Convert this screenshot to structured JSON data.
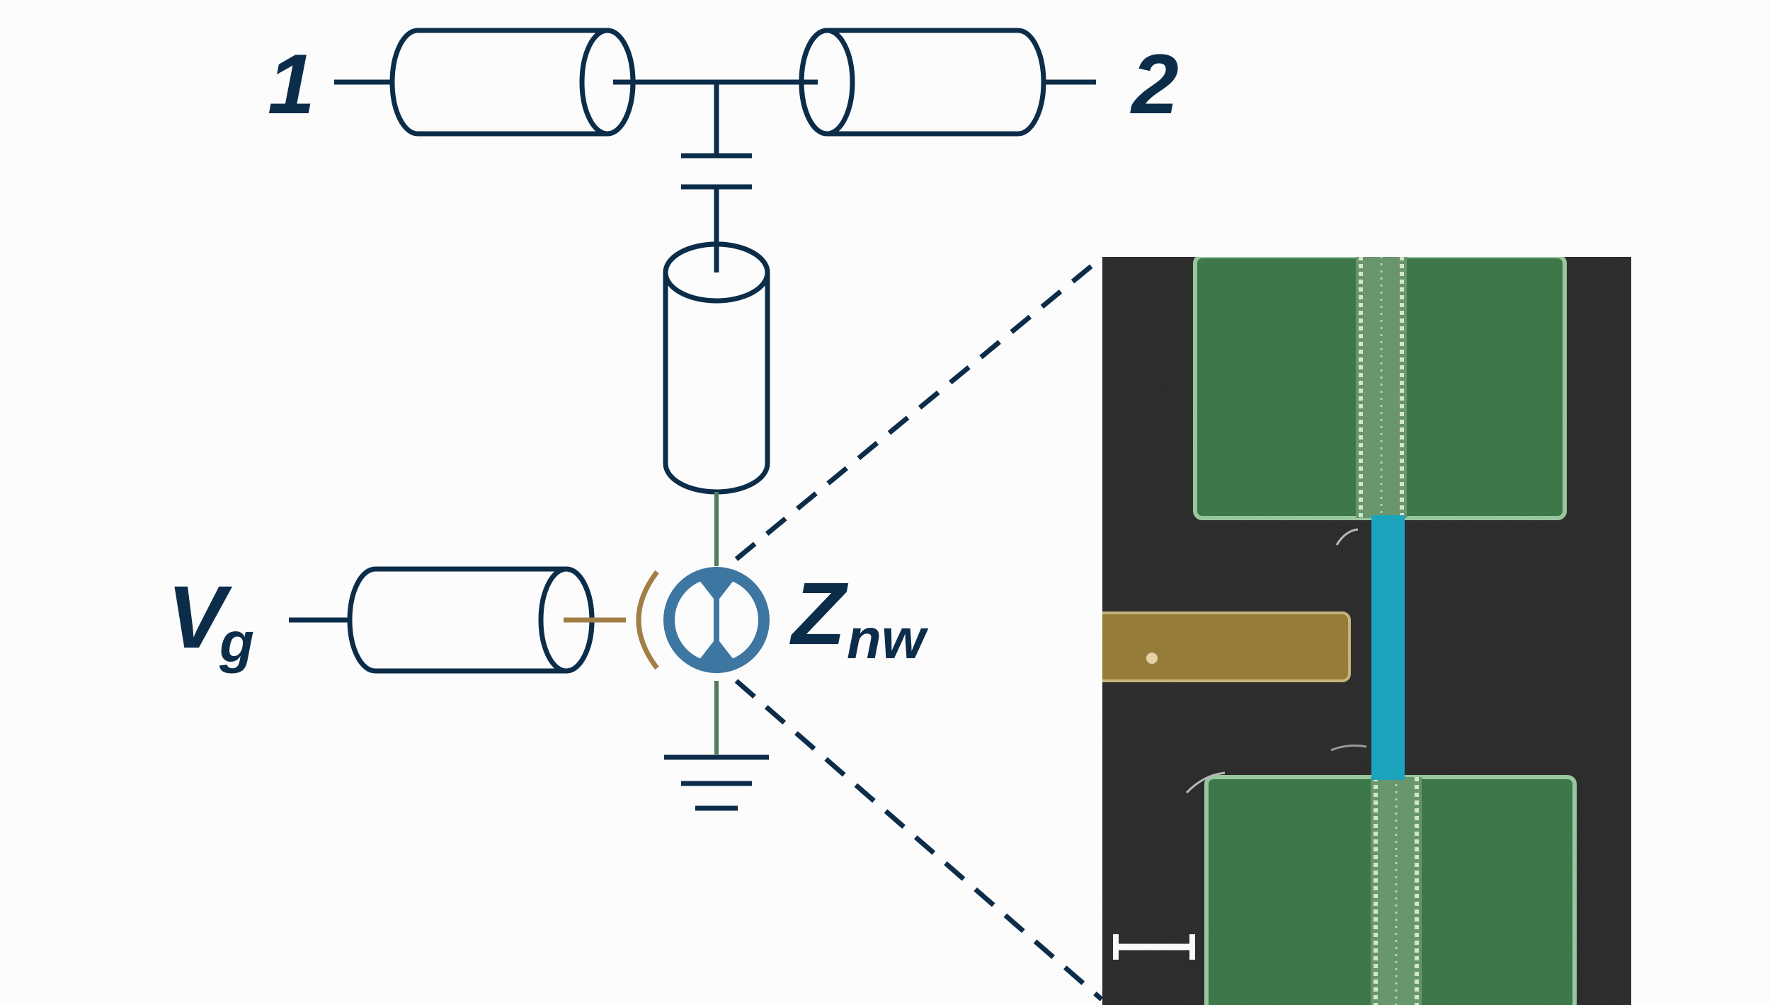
{
  "labels": {
    "port1": "1",
    "port2": "2",
    "gate_main": "V",
    "gate_sub": "g",
    "device_main": "Z",
    "device_sub": "nw"
  },
  "colors": {
    "circuit": "#0c2d4a",
    "nanowire_symbol": "#3d76a0",
    "ground_lead": "#4e7f58",
    "gate_lead": "#a27e47",
    "sem_background": "#2e2e2e",
    "contact": "#3f7a4c",
    "nanowire": "#1ea8c3",
    "gate_electrode": "#9a7f3a",
    "scale_bar": "#ffffff"
  },
  "icons": {
    "scale_bar": "scale-bar-icon",
    "ground": "ground-icon",
    "capacitor": "capacitor-icon"
  }
}
